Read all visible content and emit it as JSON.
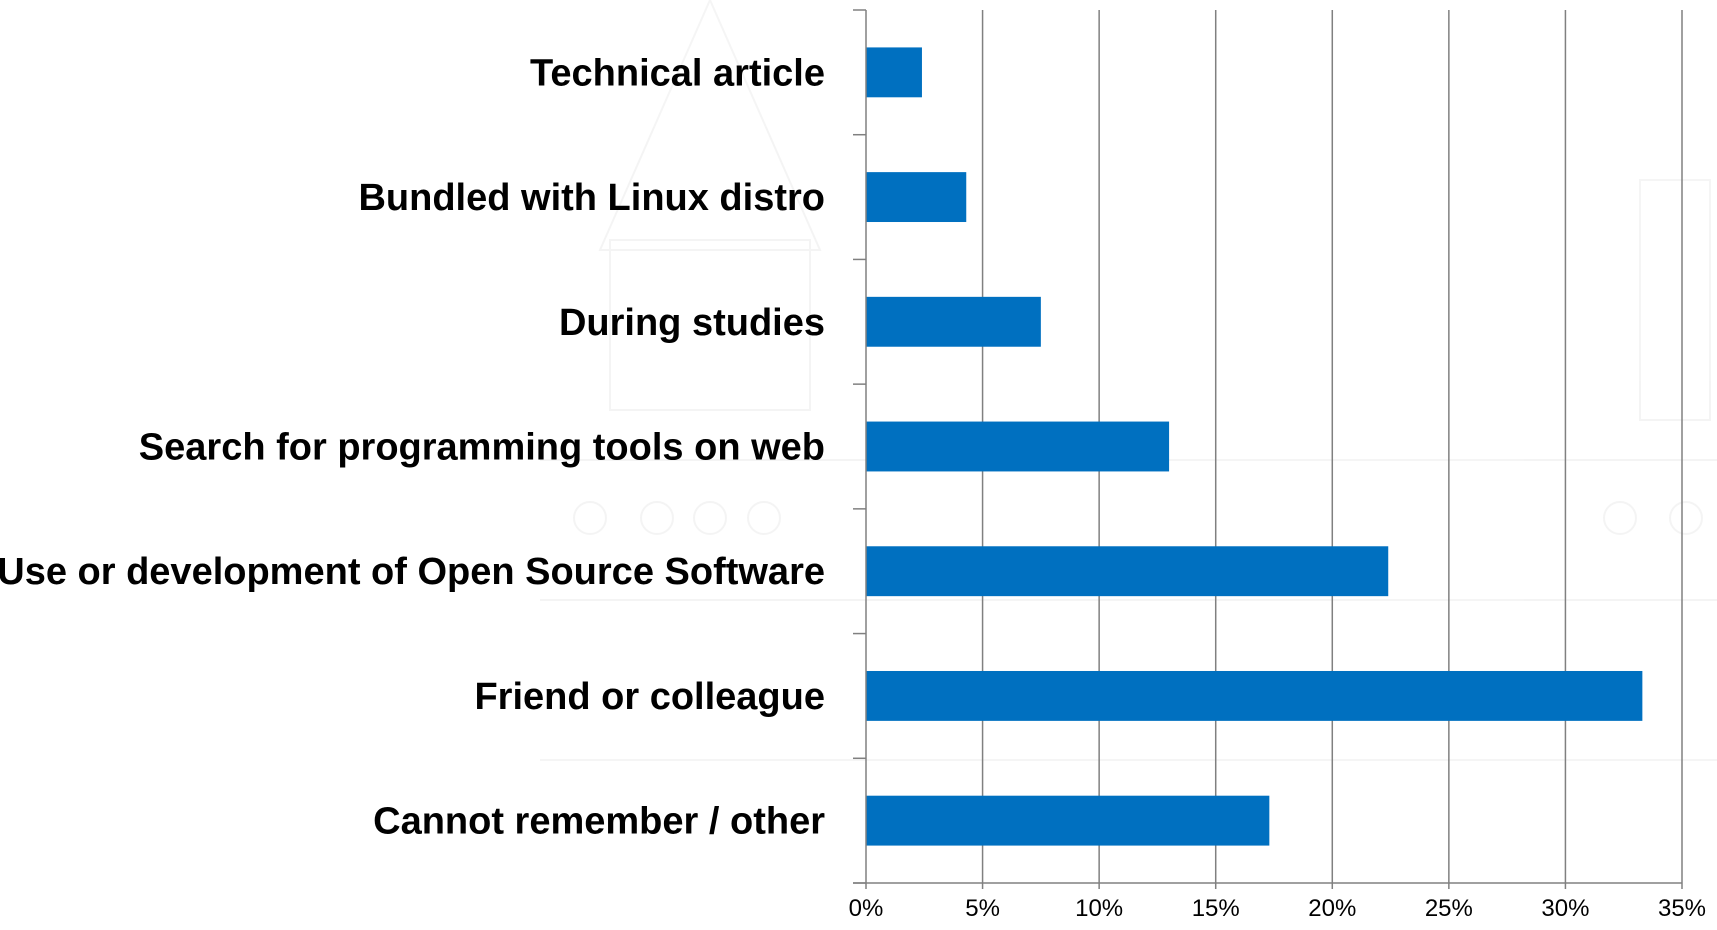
{
  "chart_data": {
    "type": "bar",
    "orientation": "horizontal",
    "categories": [
      "Technical article",
      "Bundled with Linux distro",
      "During studies",
      "Search for programming tools on web",
      "Use or development of Open Source Software",
      "Friend or colleague",
      "Cannot remember / other"
    ],
    "values": [
      2.4,
      4.3,
      7.5,
      13.0,
      22.4,
      33.3,
      17.3
    ],
    "xlim": [
      0,
      35
    ],
    "xticks": [
      0,
      5,
      10,
      15,
      20,
      25,
      30,
      35
    ],
    "xtick_labels": [
      "0%",
      "5%",
      "10%",
      "15%",
      "20%",
      "25%",
      "30%",
      "35%"
    ],
    "grid": "vertical",
    "legend": "none",
    "colors": {
      "bar": "#0070c0",
      "grid": "#808080",
      "axis": "#808080"
    }
  }
}
